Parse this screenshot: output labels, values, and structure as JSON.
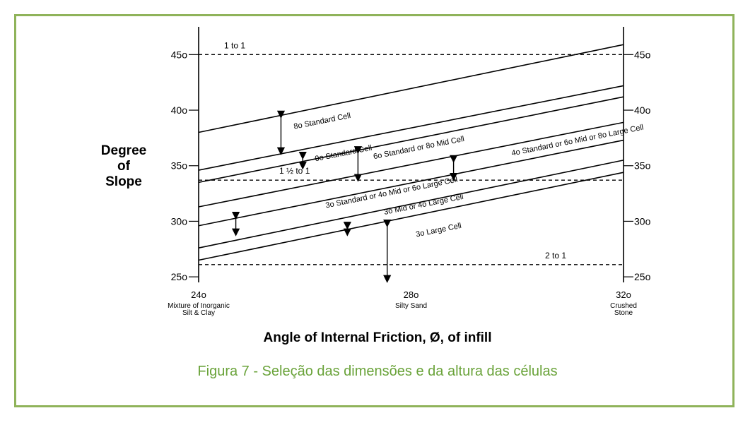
{
  "chart_data": {
    "type": "line",
    "xlabel": "Angle of Internal Friction, Ø, of infill",
    "ylabel": [
      "Degree",
      "of",
      "Slope"
    ],
    "xlim": [
      24,
      32
    ],
    "ylim": [
      24.5,
      47.5
    ],
    "y_ticks": [
      {
        "value": 25,
        "label": "25o"
      },
      {
        "value": 30,
        "label": "30o"
      },
      {
        "value": 35,
        "label": "35o"
      },
      {
        "value": 40,
        "label": "40o"
      },
      {
        "value": 45,
        "label": "45o"
      }
    ],
    "x_ticks": [
      {
        "value": 24,
        "label": "24o",
        "sub": [
          "Mixture of Inorganic",
          "Silt & Clay"
        ]
      },
      {
        "value": 28,
        "label": "28o",
        "sub": [
          "Silty Sand"
        ]
      },
      {
        "value": 32,
        "label": "32o",
        "sub": [
          "Crushed",
          "Stone"
        ]
      }
    ],
    "reference_lines": [
      {
        "y": 45,
        "label": "1 to 1"
      },
      {
        "y": 33.7,
        "label": "1 ½ to 1"
      },
      {
        "y": 26.1,
        "label": "2 to 1"
      }
    ],
    "boundary_lines": [
      {
        "y_start": 38.0,
        "y_end": 45.9
      },
      {
        "y_start": 34.6,
        "y_end": 42.2
      },
      {
        "y_start": 33.5,
        "y_end": 41.2
      },
      {
        "y_start": 31.3,
        "y_end": 38.9
      },
      {
        "y_start": 29.6,
        "y_end": 37.3
      },
      {
        "y_start": 27.6,
        "y_end": 35.5
      },
      {
        "y_start": 26.5,
        "y_end": 34.4
      }
    ],
    "region_labels": [
      {
        "text": "8o Standard Cell",
        "x": 25.8,
        "y": 38.3
      },
      {
        "text": "0o Standard Cell",
        "x": 26.2,
        "y": 35.4
      },
      {
        "text": "6o Standard or 8o Mid Cell",
        "x": 27.3,
        "y": 35.6
      },
      {
        "text": "4o Standard or 6o Mid or 8o Large Cell",
        "x": 29.9,
        "y": 35.9
      },
      {
        "text": "3o Standard or 4o Mid or 6o Large Cell",
        "x": 26.4,
        "y": 31.2
      },
      {
        "text": "3o Mid or 4o Large Cell",
        "x": 27.5,
        "y": 30.6
      },
      {
        "text": "3o Large Cell",
        "x": 28.1,
        "y": 28.6
      }
    ],
    "region_arrows": [
      {
        "x": 25.55,
        "y1": 39.6,
        "y2": 36.3
      },
      {
        "x": 25.96,
        "y1": 35.9,
        "y2": 35.0
      },
      {
        "x": 27.0,
        "y1": 36.4,
        "y2": 33.9
      },
      {
        "x": 28.8,
        "y1": 35.6,
        "y2": 34.0
      },
      {
        "x": 24.7,
        "y1": 30.5,
        "y2": 29.0
      },
      {
        "x": 26.8,
        "y1": 29.6,
        "y2": 29.0
      },
      {
        "x": 27.55,
        "y1": 29.8,
        "y2": 24.8
      }
    ],
    "grid": false
  },
  "caption": "Figura 7 - Seleção das dimensões e da altura das células"
}
